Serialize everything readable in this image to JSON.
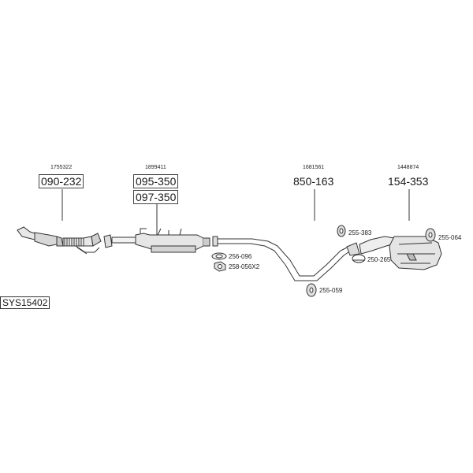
{
  "diagram": {
    "system_code": "SYS15402",
    "sections": [
      {
        "ref": "1755322",
        "parts": [
          "090-232"
        ]
      },
      {
        "ref": "1899411",
        "parts": [
          "095-350",
          "097-350"
        ]
      },
      {
        "ref": "1681561",
        "parts": [
          "850-163"
        ]
      },
      {
        "ref": "1448874",
        "parts": [
          "154-353"
        ]
      }
    ],
    "accessories": [
      {
        "code": "256-096"
      },
      {
        "code": "258-056X2"
      },
      {
        "code": "255-059"
      },
      {
        "code": "255-383"
      },
      {
        "code": "250-265"
      },
      {
        "code": "255-064"
      }
    ]
  }
}
